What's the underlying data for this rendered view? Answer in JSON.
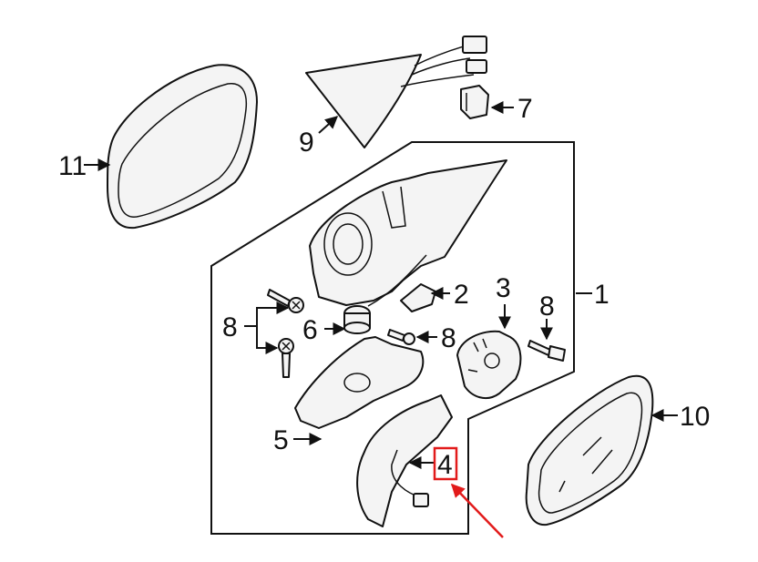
{
  "callouts": {
    "c1": "1",
    "c2": "2",
    "c3": "3",
    "c4": "4",
    "c5": "5",
    "c6": "6",
    "c7": "7",
    "c8a": "8",
    "c8b": "8",
    "c8c": "8",
    "c9": "9",
    "c10": "10",
    "c11": "11"
  },
  "highlight": {
    "callout": "4",
    "color": "#e21b1b"
  },
  "colors": {
    "line": "#111111",
    "part_fill": "#f4f4f4",
    "background": "#ffffff"
  }
}
